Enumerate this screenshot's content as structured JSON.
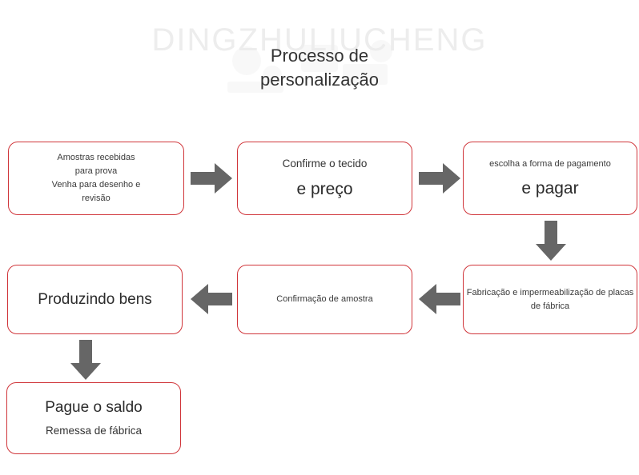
{
  "page": {
    "watermark": "DINGZHULIUCHENG",
    "title_line_1": "Processo de",
    "title_line_2": "personalização",
    "colors": {
      "box_border": "#d0353a",
      "arrow_fill": "#666666",
      "text": "#333333",
      "watermark": "#ededed",
      "background": "#ffffff"
    }
  },
  "flow": {
    "steps": [
      {
        "id": "step-1",
        "name": "samples-received",
        "lines": [
          {
            "text": "Amostras recebidas",
            "size": "sm"
          },
          {
            "text": "para prova",
            "size": "sm"
          },
          {
            "text": "Venha para desenho e",
            "size": "sm"
          },
          {
            "text": "revisão",
            "size": "sm"
          }
        ]
      },
      {
        "id": "step-2",
        "name": "confirm-fabric-and-price",
        "lines": [
          {
            "text": "Confirme o tecido",
            "size": "md"
          },
          {
            "text": "e preço",
            "size": "xl"
          }
        ]
      },
      {
        "id": "step-3",
        "name": "choose-payment-and-pay",
        "lines": [
          {
            "text": "escolha a forma de pagamento",
            "size": "sm"
          },
          {
            "text": "e pagar",
            "size": "xl"
          }
        ]
      },
      {
        "id": "step-4",
        "name": "factory-plate-manufacturing",
        "lines": [
          {
            "text": "Fabricação e impermeabilização de placas",
            "size": "sm"
          },
          {
            "text": "de fábrica",
            "size": "sm"
          }
        ]
      },
      {
        "id": "step-5",
        "name": "sample-confirmation",
        "lines": [
          {
            "text": "Confirmação de amostra",
            "size": "sm"
          }
        ]
      },
      {
        "id": "step-6",
        "name": "producing-goods",
        "lines": [
          {
            "text": "Produzindo bens",
            "size": "lg"
          }
        ]
      },
      {
        "id": "step-7",
        "name": "pay-balance",
        "lines": [
          {
            "text": "Pague o saldo",
            "size": "lg"
          },
          {
            "text": "Remessa de fábrica",
            "size": "md"
          }
        ]
      }
    ],
    "connectors": [
      {
        "name": "arrow-step1-to-step2",
        "direction": "right"
      },
      {
        "name": "arrow-step2-to-step3",
        "direction": "right"
      },
      {
        "name": "arrow-step3-to-step4",
        "direction": "down"
      },
      {
        "name": "arrow-step4-to-step5",
        "direction": "left"
      },
      {
        "name": "arrow-step5-to-step6",
        "direction": "left"
      },
      {
        "name": "arrow-step6-to-step7",
        "direction": "down"
      }
    ]
  }
}
